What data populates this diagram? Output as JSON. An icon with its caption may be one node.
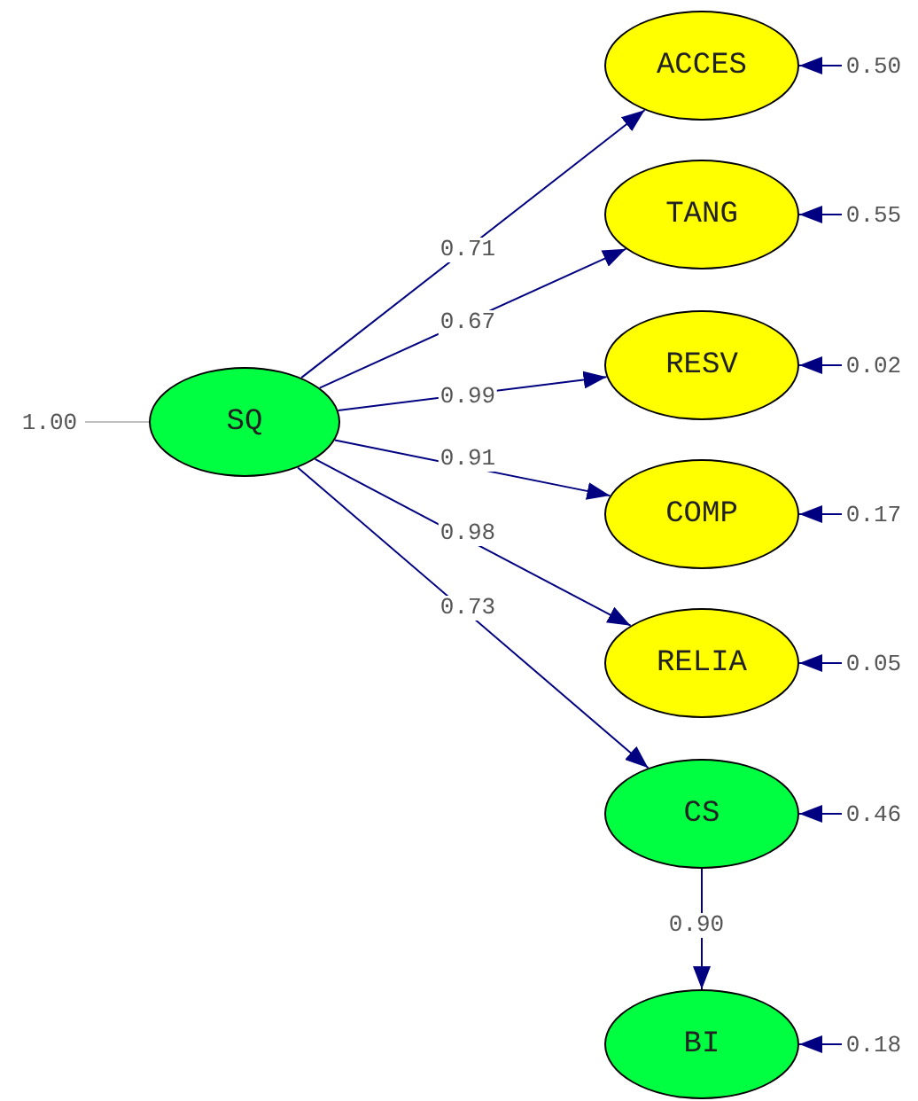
{
  "diagram": {
    "nodes": [
      {
        "text": [
          "SQ"
        ]
      },
      {
        "text": [
          "ACCES"
        ]
      },
      {
        "text": [
          "TANG"
        ]
      },
      {
        "text": [
          "RESV"
        ]
      },
      {
        "text": [
          "COMP"
        ]
      },
      {
        "text": [
          "RELIA"
        ]
      },
      {
        "text": [
          "CS"
        ]
      },
      {
        "text": [
          "BI"
        ]
      },
      {
        "text": [
          "1.00"
        ]
      },
      {
        "text": [
          "0.50"
        ]
      },
      {
        "text": [
          "0.55"
        ]
      },
      {
        "text": [
          "0.02"
        ]
      },
      {
        "text": [
          "0.17"
        ]
      },
      {
        "text": [
          "0.05"
        ]
      },
      {
        "text": [
          "0.46"
        ]
      },
      {
        "text": [
          "0.18"
        ]
      }
    ],
    "edges": [
      {
        "from": 0,
        "to": 1,
        "arrow": "to",
        "label": "0.71"
      },
      {
        "from": 0,
        "to": 2,
        "arrow": "to",
        "label": "0.67"
      },
      {
        "from": 0,
        "to": 3,
        "arrow": "to",
        "label": "0.99"
      },
      {
        "from": 0,
        "to": 4,
        "arrow": "to",
        "label": "0.91"
      },
      {
        "from": 0,
        "to": 5,
        "arrow": "to",
        "label": "0.98"
      },
      {
        "from": 0,
        "to": 6,
        "arrow": "to",
        "label": "0.73"
      },
      {
        "from": 6,
        "to": 7,
        "arrow": "to",
        "label": "0.90"
      },
      {
        "from": 8,
        "to": 0,
        "arrow": "none",
        "color": "#c0c0c0"
      },
      {
        "from": 9,
        "to": 1,
        "arrow": "to"
      },
      {
        "from": 10,
        "to": 2,
        "arrow": "to"
      },
      {
        "from": 11,
        "to": 3,
        "arrow": "to"
      },
      {
        "from": 12,
        "to": 4,
        "arrow": "to"
      },
      {
        "from": 13,
        "to": 5,
        "arrow": "to"
      },
      {
        "from": 14,
        "to": 6,
        "arrow": "to"
      },
      {
        "from": 15,
        "to": 7,
        "arrow": "to"
      }
    ]
  }
}
